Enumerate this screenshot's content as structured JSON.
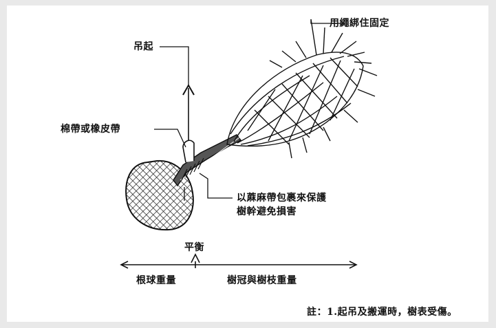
{
  "labels": {
    "rope_fix": "用繩綁住固定",
    "lift": "吊起",
    "strap": "棉帶或橡皮帶",
    "burlap_line1": "以蔴麻帶包裹來保護",
    "burlap_line2": "樹幹避免損害",
    "balance": "平衡",
    "root_weight": "根球重量",
    "crown_weight": "樹冠與樹枝重量",
    "note": "註：1.起吊及搬運時，樹表受傷。"
  }
}
